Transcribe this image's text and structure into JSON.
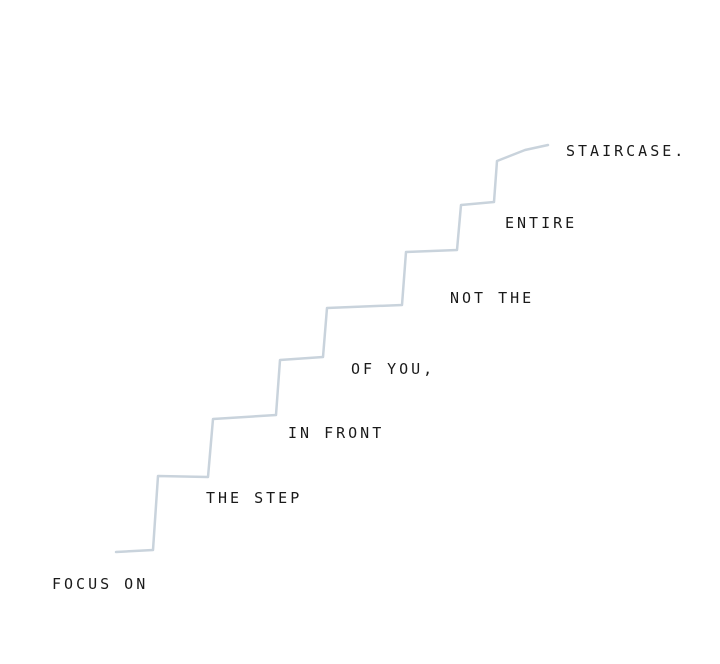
{
  "colors": {
    "background": "#ffffff",
    "ink": "#1a1a1a",
    "stair_line": "#c9d3dc"
  },
  "phrases": [
    "FOCUS ON",
    "THE STEP",
    "IN FRONT",
    "OF YOU,",
    "NOT THE",
    "ENTIRE",
    "STAIRCASE."
  ]
}
